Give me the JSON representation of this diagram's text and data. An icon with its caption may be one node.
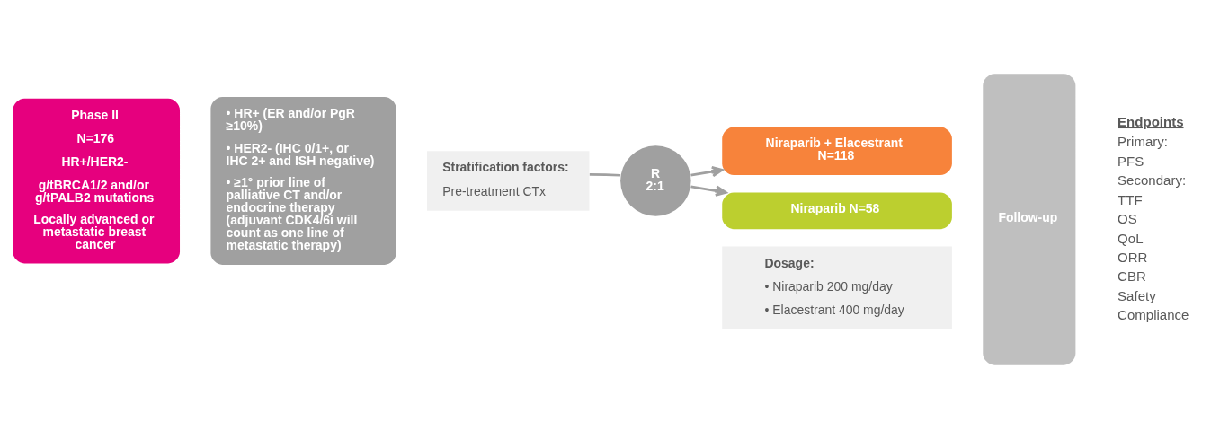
{
  "diagram": {
    "nodes": [
      {
        "text": [
          "Phase II",
          "N=176",
          "HR+/HER2-",
          "g/tBRCA1/2 and/or g/tPALB2 mutations",
          "Locally advanced or metastatic breast cancer"
        ]
      },
      {
        "text": [
          "• HR+ (ER and/or PgR ≥10%)",
          "• HER2- (IHC 0/1+, or IHC 2+ and ISH negative)",
          "• ≥1° prior line of palliative CT and/or endocrine therapy (adjuvant CDK4/6i will count as one line of metastatic therapy)"
        ]
      },
      {
        "text": [
          "Stratification factors:",
          "Pre-treatment CTx"
        ]
      },
      {
        "text": [
          "R 2:1"
        ]
      },
      {
        "text": [
          "Niraparib + Elacestrant N=118"
        ]
      },
      {
        "text": [
          "Niraparib N=58"
        ]
      },
      {
        "text": [
          "Dosage:",
          "• Niraparib 200 mg/day",
          "• Elacestrant 400 mg/day"
        ]
      },
      {
        "text": [
          "Follow-up"
        ]
      }
    ],
    "edges": [
      {
        "from": 2,
        "to": 3,
        "arrow": "none"
      },
      {
        "from": 3,
        "to": 4,
        "arrow": "to"
      },
      {
        "from": 3,
        "to": 5,
        "arrow": "to"
      }
    ],
    "labels": [
      "Endpoints",
      "Primary:",
      "PFS",
      "Secondary:",
      "TTF",
      "OS",
      "QoL",
      "ORR",
      "CBR",
      "Safety",
      "Compliance"
    ]
  }
}
